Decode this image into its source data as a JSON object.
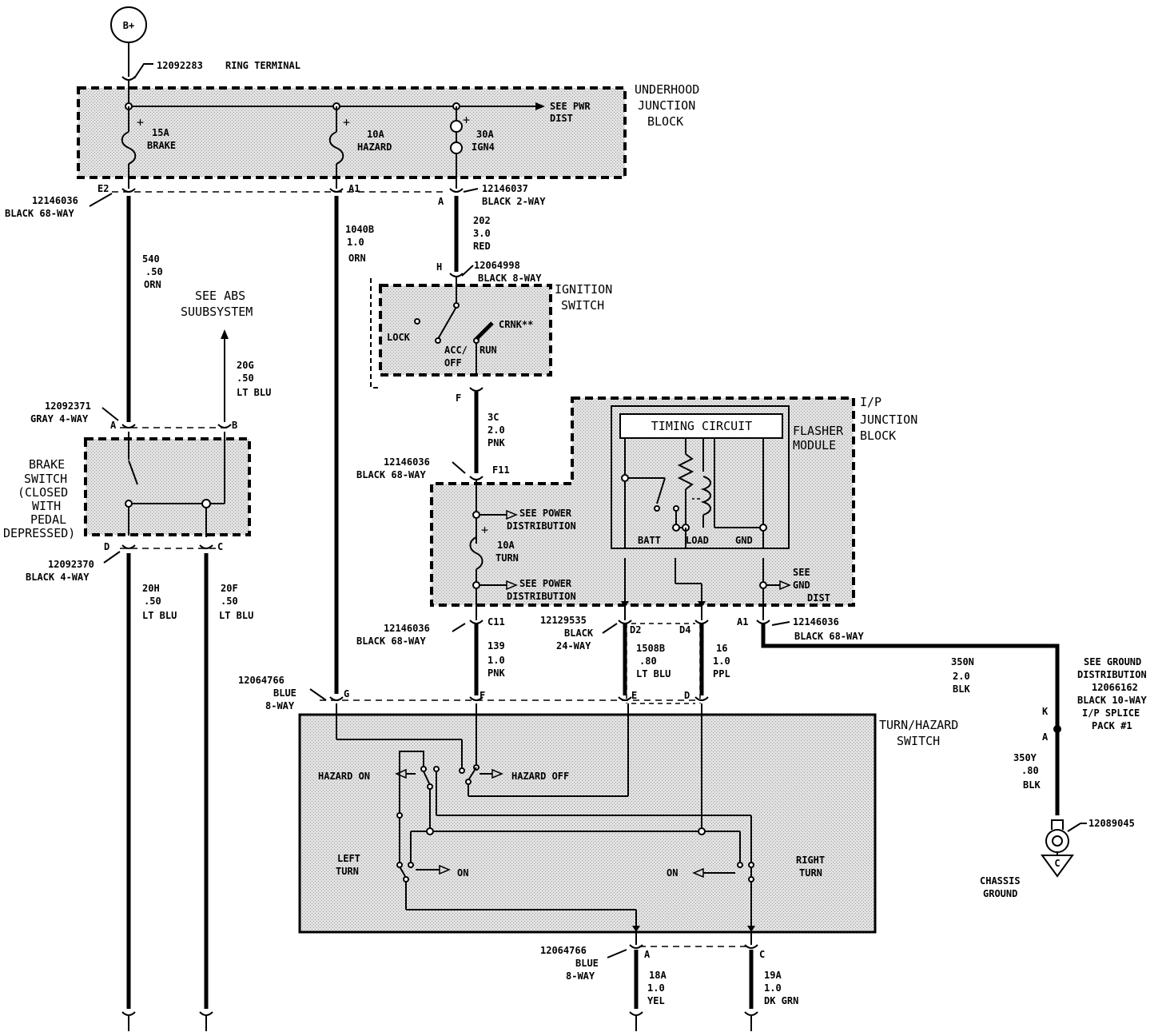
{
  "power": {
    "symbol": "B+"
  },
  "ring_terminal": {
    "part": "12092283",
    "name": "RING TERMINAL"
  },
  "underhood_block": {
    "title": [
      "UNDERHOOD",
      "JUNCTION",
      "BLOCK"
    ],
    "see_pwr": [
      "SEE PWR",
      "DIST"
    ]
  },
  "fuses": {
    "brake": {
      "rating": "15A",
      "name": "BRAKE"
    },
    "hazard": {
      "rating": "10A",
      "name": "HAZARD"
    },
    "ign": {
      "rating": "30A",
      "name": "IGN4"
    },
    "turn": {
      "rating": "10A",
      "name": "TURN"
    }
  },
  "connectors": {
    "c_e2": {
      "pin": "E2",
      "part": "12146036",
      "desc": "BLACK 68-WAY"
    },
    "c_a1": {
      "pin": "A1"
    },
    "c_a": {
      "pin": "A",
      "part": "12146037",
      "desc": "BLACK 2-WAY"
    },
    "c_h": {
      "pin": "H",
      "part": "12064998",
      "desc": "BLACK 8-WAY"
    },
    "c_f": {
      "pin": "F"
    },
    "c_f11": {
      "pin": "F11",
      "part": "12146036",
      "desc": "BLACK 68-WAY"
    },
    "c_brake_top": {
      "pin_a": "A",
      "pin_b": "B",
      "part": "12092371",
      "desc": "GRAY 4-WAY"
    },
    "c_brake_bot": {
      "pin_d": "D",
      "pin_c": "C",
      "part": "12092370",
      "desc": "BLACK 4-WAY"
    },
    "c_c11": {
      "pin": "C11",
      "part": "12146036",
      "desc": "BLACK 68-WAY"
    },
    "c_d2": {
      "pin": "D2",
      "part": "12129535",
      "desc1": "BLACK",
      "desc2": "24-WAY"
    },
    "c_d4": {
      "pin": "D4"
    },
    "c_a1b": {
      "pin": "A1",
      "part": "12146036",
      "desc": "BLACK 68-WAY"
    },
    "c_turn_top": {
      "part": "12064766",
      "desc1": "BLUE",
      "desc2": "8-WAY",
      "pin_g": "G",
      "pin_f": "F",
      "pin_e": "E",
      "pin_d": "D"
    },
    "c_turn_bot": {
      "part": "12064766",
      "desc1": "BLUE",
      "desc2": "8-WAY",
      "pin_a": "A",
      "pin_c": "C"
    }
  },
  "wires": {
    "w540": [
      "540",
      ".50",
      "ORN"
    ],
    "w1040b": [
      "1040B",
      "1.0",
      "ORN"
    ],
    "w202": [
      "202",
      "3.0",
      "RED"
    ],
    "w20g": [
      "20G",
      ".50",
      "LT BLU"
    ],
    "w3c": [
      "3C",
      "2.0",
      "PNK"
    ],
    "w20h": [
      "20H",
      ".50",
      "LT BLU"
    ],
    "w20f": [
      "20F",
      ".50",
      "LT BLU"
    ],
    "w139": [
      "139",
      "1.0",
      "PNK"
    ],
    "w1508b": [
      "1508B",
      ".80",
      "LT BLU"
    ],
    "w16": [
      "16",
      "1.0",
      "PPL"
    ],
    "w350n": [
      "350N",
      "2.0",
      "BLK"
    ],
    "w350y": [
      "350Y",
      ".80",
      "BLK"
    ],
    "w18a": [
      "18A",
      "1.0",
      "YEL"
    ],
    "w19a": [
      "19A",
      "1.0",
      "DK GRN"
    ]
  },
  "abs": {
    "title": [
      "SEE ABS",
      "SUUBSYSTEM"
    ]
  },
  "ignition": {
    "title": [
      "IGNITION",
      "SWITCH"
    ],
    "lock": "LOCK",
    "acc": [
      "ACC/",
      "OFF"
    ],
    "run": "RUN",
    "crnk": "CRNK**"
  },
  "brake_switch": {
    "title": [
      "BRAKE",
      "SWITCH",
      "(CLOSED",
      "WITH",
      "PEDAL",
      "DEPRESSED)"
    ]
  },
  "ip_block": {
    "title": [
      "I/P",
      "JUNCTION",
      "BLOCK"
    ],
    "see_power1": [
      "SEE POWER",
      "DISTRIBUTION"
    ],
    "see_power2": [
      "SEE POWER",
      "DISTRIBUTION"
    ],
    "see_gnd": [
      "SEE",
      "GND",
      "DIST"
    ]
  },
  "flasher": {
    "title": [
      "FLASHER",
      "MODULE"
    ],
    "timing": "TIMING CIRCUIT",
    "batt": "BATT",
    "load": "LOAD",
    "gnd": "GND"
  },
  "turn_switch": {
    "title": [
      "TURN/HAZARD",
      "SWITCH"
    ],
    "hazard_on": "HAZARD ON",
    "hazard_off": "HAZARD OFF",
    "left": [
      "LEFT",
      "TURN"
    ],
    "right": [
      "RIGHT",
      "TURN"
    ],
    "on_left": "ON",
    "on_right": "ON"
  },
  "ground": {
    "see": [
      "SEE GROUND",
      "DISTRIBUTION",
      "12066162",
      "BLACK 10-WAY",
      "I/P SPLICE",
      "PACK #1"
    ],
    "pin_k": "K",
    "pin_a": "A",
    "terminal": "12089045",
    "symbol": "C",
    "label": [
      "CHASSIS",
      "GROUND"
    ]
  },
  "colors": {
    "shade": "#d4d4d4",
    "ink": "#000000"
  }
}
